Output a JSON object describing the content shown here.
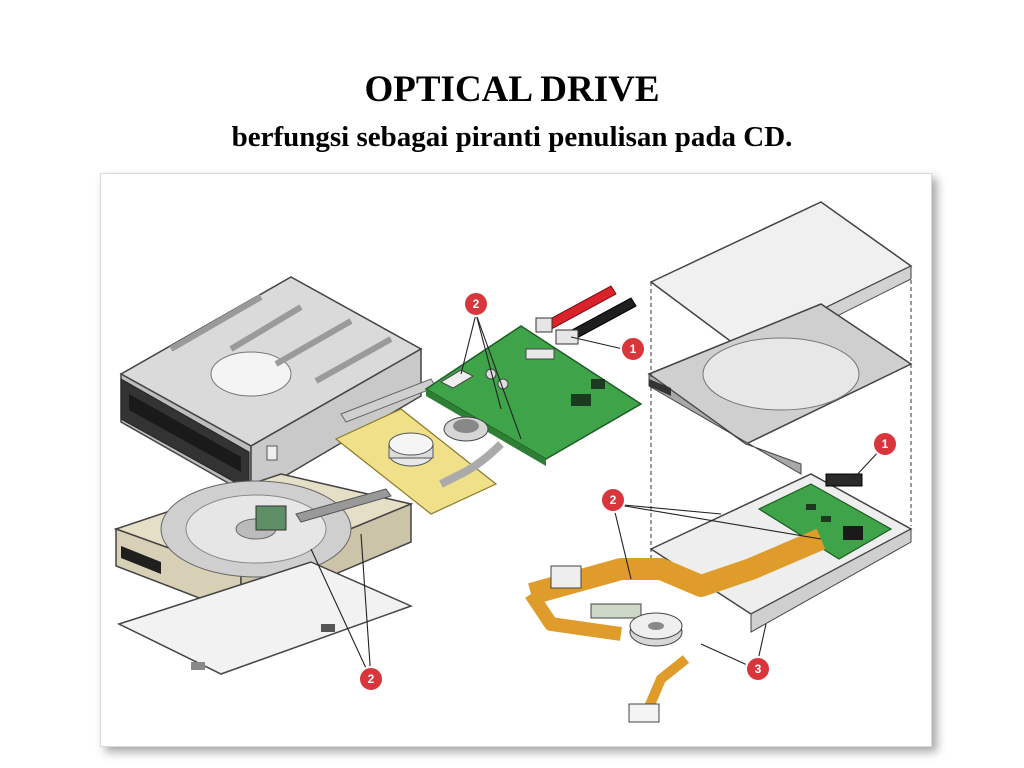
{
  "slide": {
    "title": "OPTICAL DRIVE",
    "subtitle": "berfungsi sebagai piranti penulisan pada CD."
  },
  "figure": {
    "callouts": [
      "2",
      "1",
      "1",
      "2",
      "3",
      "2"
    ],
    "colors": {
      "callout": "#d8363b",
      "pcb": "#3fa34a",
      "flex_cable": "#e09c2a",
      "sata_red": "#d9222a",
      "casing": "#dcdcdc"
    }
  }
}
